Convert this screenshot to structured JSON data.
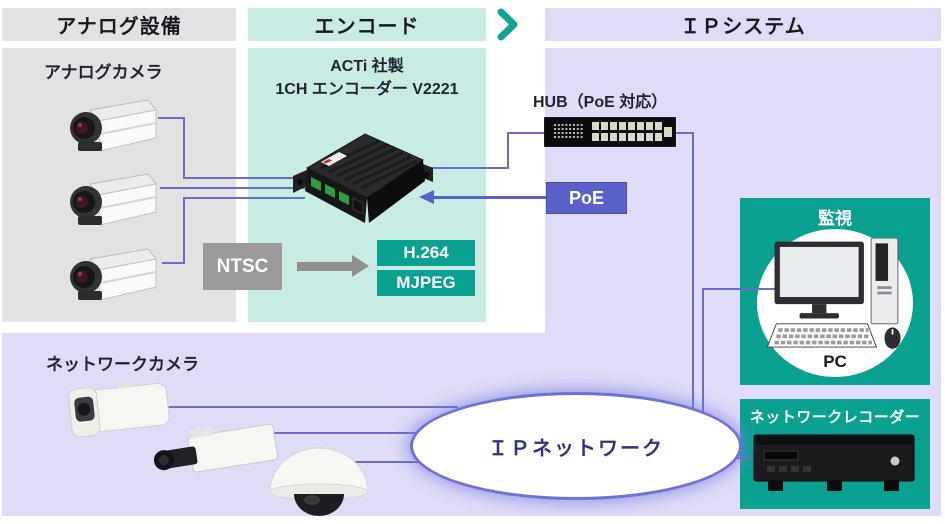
{
  "diagram": {
    "headers": {
      "analog": "アナログ設備",
      "encode": "エンコード",
      "ip": "ＩＰシステム"
    },
    "analog_section": {
      "camera_label": "アナログカメラ"
    },
    "encoder_section": {
      "title_line1": "ACTi 社製",
      "title_line2": "1CH エンコーダー V2221",
      "ntsc": "NTSC",
      "h264": "H.264",
      "mjpeg": "MJPEG"
    },
    "ip_section": {
      "hub_label": "HUB（PoE 対応）",
      "poe": "PoE",
      "monitoring": "監視",
      "pc": "PC",
      "recorder_label": "ネットワークレコーダー",
      "ip_network": "ＩＰネットワーク"
    },
    "bottom_section": {
      "network_camera_label": "ネットワークカメラ"
    },
    "colors": {
      "panel_gray": "#e2e2e2",
      "panel_teal": "#c8ebe4",
      "panel_lavender": "#dedcf6",
      "accent_teal": "#0aa191",
      "chevron_teal": "#12a493",
      "poe_indigo": "#5a60c8",
      "ntsc_gray": "#9a9a9a",
      "line_purple": "#6b6ec8",
      "ip_text_navy": "#2d3480"
    }
  }
}
